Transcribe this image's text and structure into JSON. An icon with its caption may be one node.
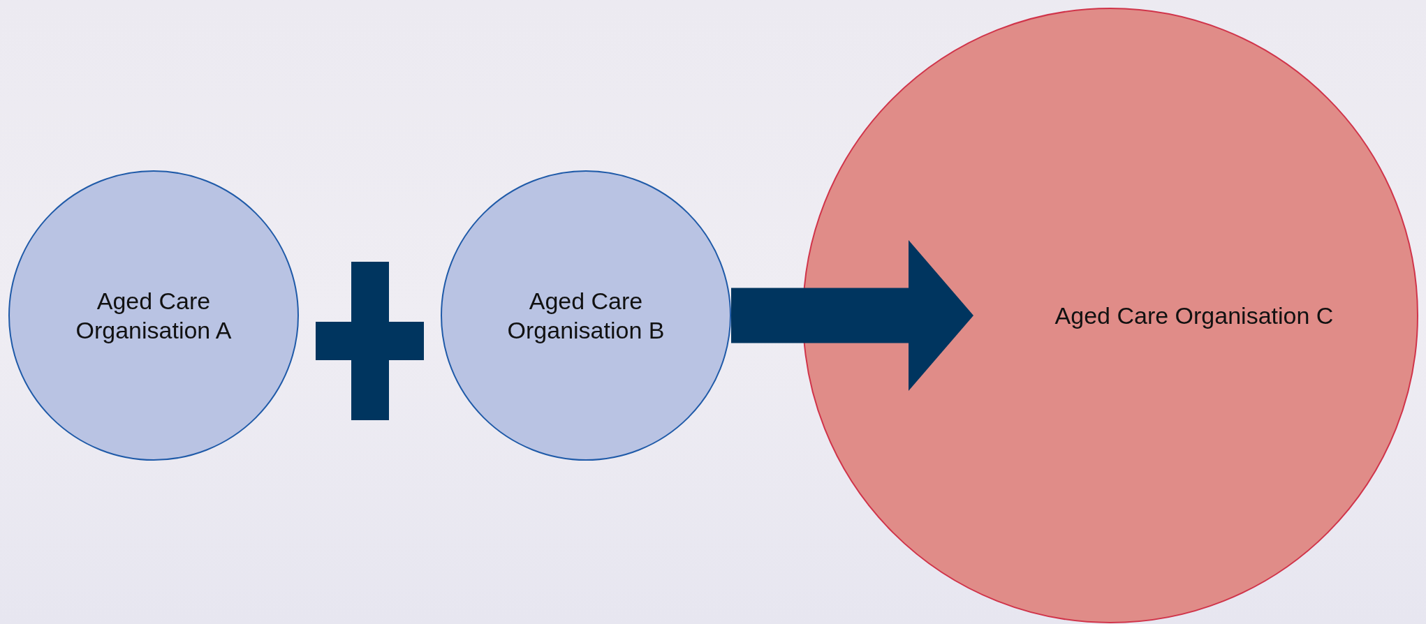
{
  "diagram": {
    "nodes": [
      {
        "text": [
          "Aged Care Organisation A"
        ]
      },
      {
        "text": [
          "Aged Care Organisation B"
        ]
      },
      {
        "text": [
          "Aged Care Organisation C"
        ]
      }
    ],
    "edges": [
      {
        "from": 1,
        "to": 2,
        "arrow": "to"
      }
    ]
  }
}
